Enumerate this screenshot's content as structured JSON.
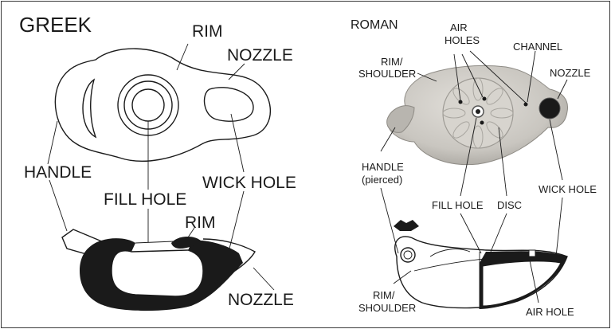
{
  "greek": {
    "title": "GREEK",
    "labels": {
      "rim_top": "RIM",
      "nozzle_top": "NOZZLE",
      "handle": "HANDLE",
      "fill_hole": "FILL HOLE",
      "rim_side": "RIM",
      "wick_hole": "WICK HOLE",
      "nozzle_bottom": "NOZZLE"
    }
  },
  "roman": {
    "title": "ROMAN",
    "labels": {
      "air_holes_1": "AIR",
      "air_holes_2": "HOLES",
      "channel": "CHANNEL",
      "rim_shoulder_1": "RIM/",
      "rim_shoulder_2": "SHOULDER",
      "nozzle": "NOZZLE",
      "handle_1": "HANDLE",
      "handle_2": "(pierced)",
      "fill_hole": "FILL HOLE",
      "disc": "DISC",
      "wick_hole": "WICK HOLE",
      "rim_shoulder_bottom_1": "RIM/",
      "rim_shoulder_bottom_2": "SHOULDER",
      "air_hole": "AIR HOLE"
    }
  },
  "colors": {
    "ink": "#1a1a1a",
    "clay": "#c9c6c0",
    "clay_dark": "#9d9a94",
    "background": "#ffffff"
  }
}
